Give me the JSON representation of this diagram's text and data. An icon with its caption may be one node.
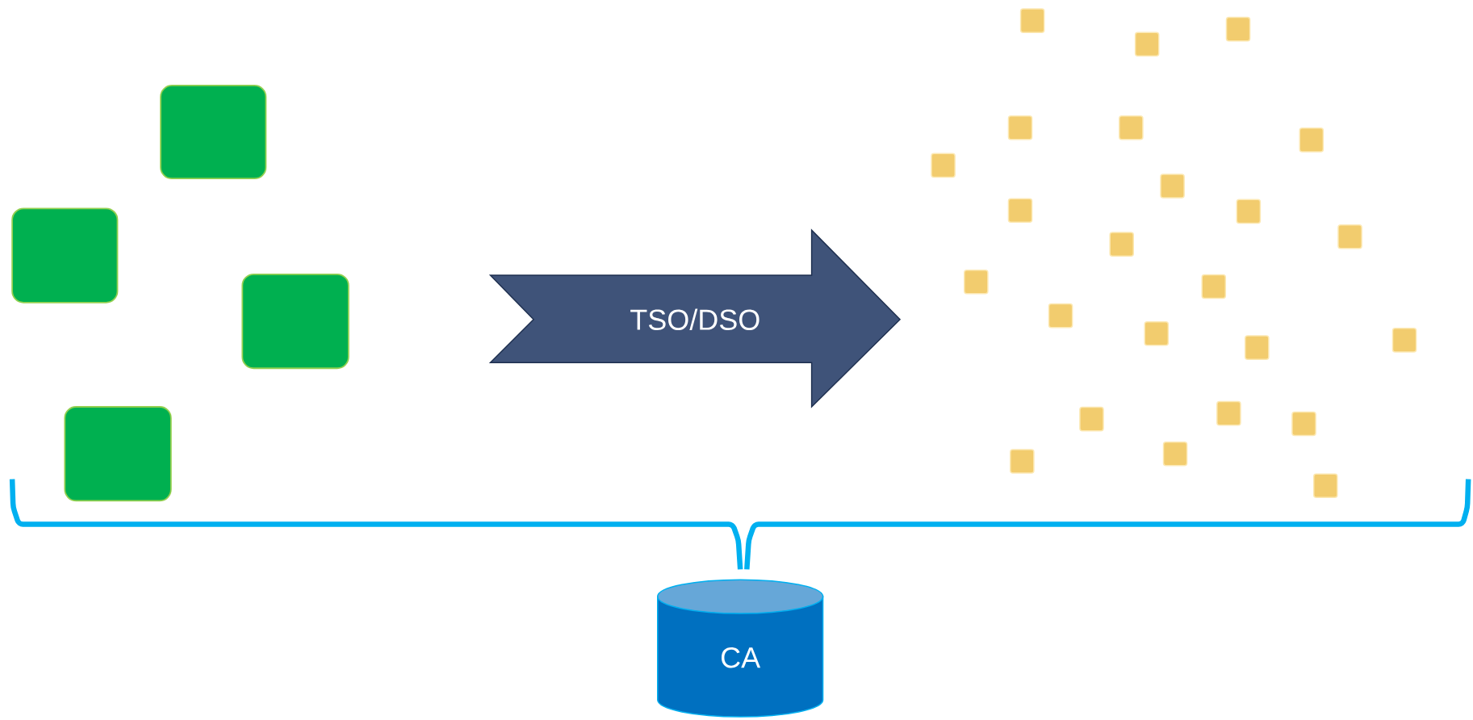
{
  "diagram": {
    "nodes": [
      {
        "text": [],
        "shape": "box"
      },
      {
        "text": [],
        "shape": "box"
      },
      {
        "text": [],
        "shape": "box"
      },
      {
        "text": [],
        "shape": "box"
      },
      {
        "text": [
          "TSO/DSO"
        ]
      },
      {
        "text": [],
        "shape": "box"
      },
      {
        "text": [],
        "shape": "box"
      },
      {
        "text": [],
        "shape": "box"
      },
      {
        "text": [],
        "shape": "box"
      },
      {
        "text": [],
        "shape": "box"
      },
      {
        "text": [],
        "shape": "box"
      },
      {
        "text": [],
        "shape": "box"
      },
      {
        "text": [],
        "shape": "box"
      },
      {
        "text": [],
        "shape": "box"
      },
      {
        "text": [],
        "shape": "box"
      },
      {
        "text": [],
        "shape": "box"
      },
      {
        "text": [],
        "shape": "box"
      },
      {
        "text": [],
        "shape": "box"
      },
      {
        "text": [],
        "shape": "box"
      },
      {
        "text": [],
        "shape": "box"
      },
      {
        "text": [],
        "shape": "box"
      },
      {
        "text": [],
        "shape": "box"
      },
      {
        "text": [],
        "shape": "box"
      },
      {
        "text": [],
        "shape": "box"
      },
      {
        "text": [],
        "shape": "box"
      },
      {
        "text": [],
        "shape": "box"
      },
      {
        "text": [],
        "shape": "box"
      },
      {
        "text": [],
        "shape": "box"
      },
      {
        "text": [],
        "shape": "box"
      },
      {
        "text": [
          "CA"
        ]
      }
    ]
  }
}
